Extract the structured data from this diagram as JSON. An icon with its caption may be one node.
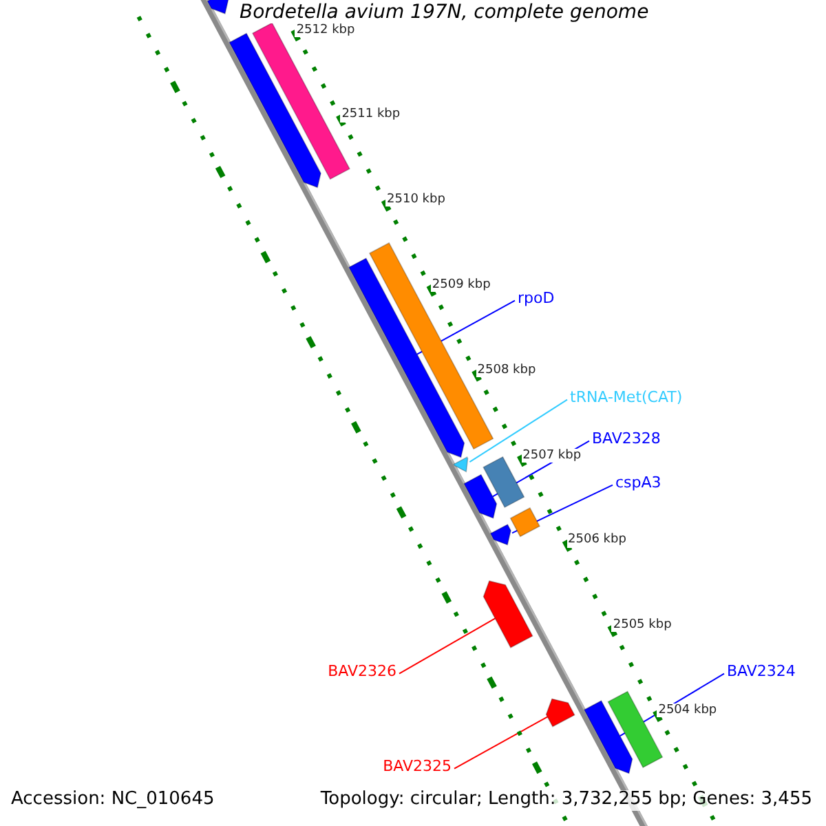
{
  "diagram": {
    "title": "Bordetella avium 197N, complete genome",
    "nodes": [
      {
        "text": [],
        "shape": "pentagon"
      },
      {
        "text": [],
        "shape": "bar"
      },
      {
        "text": [],
        "shape": "pentagon"
      },
      {
        "text": [],
        "shape": "pentagon"
      },
      {
        "text": [],
        "shape": "bar"
      },
      {
        "text": [],
        "shape": "pentagon"
      },
      {
        "text": [],
        "shape": "bar"
      },
      {
        "text": [],
        "shape": "pentagon"
      },
      {
        "text": [],
        "shape": "bar"
      },
      {
        "text": [],
        "shape": "pentagon"
      },
      {
        "text": [],
        "shape": "pentagon"
      },
      {
        "text": [],
        "shape": "pentagon"
      },
      {
        "text": [],
        "shape": "pentagon"
      },
      {
        "text": [],
        "shape": "bar"
      },
      {
        "text": [
          "rpoD"
        ]
      },
      {
        "text": [
          "tRNA-Met(CAT)"
        ]
      },
      {
        "text": [
          "BAV2328"
        ]
      },
      {
        "text": [
          "cspA3"
        ]
      },
      {
        "text": [
          "BAV2326"
        ]
      },
      {
        "text": [
          "BAV2324"
        ]
      },
      {
        "text": [
          "BAV2325"
        ]
      }
    ],
    "edges": [
      {
        "from": 14,
        "to": 3,
        "arrow": "none"
      },
      {
        "from": 15,
        "to": 5,
        "arrow": "none",
        "color": "#33ccff"
      },
      {
        "from": 16,
        "to": 7,
        "arrow": "none"
      },
      {
        "from": 17,
        "to": 9,
        "arrow": "none"
      },
      {
        "from": 18,
        "to": 10,
        "arrow": "none",
        "color": "#ff0000"
      },
      {
        "from": 19,
        "to": 12,
        "arrow": "none"
      },
      {
        "from": 20,
        "to": 11,
        "arrow": "none",
        "color": "#ff0000"
      }
    ],
    "labels": [
      "2512 kbp",
      "2511 kbp",
      "2510 kbp",
      "2509 kbp",
      "2508 kbp",
      "2507 kbp",
      "2506 kbp",
      "2505 kbp",
      "2504 kbp",
      "Accession: NC_010645",
      "Topology: circular; Length: 3,732,255 bp; Genes: 3,455"
    ]
  }
}
